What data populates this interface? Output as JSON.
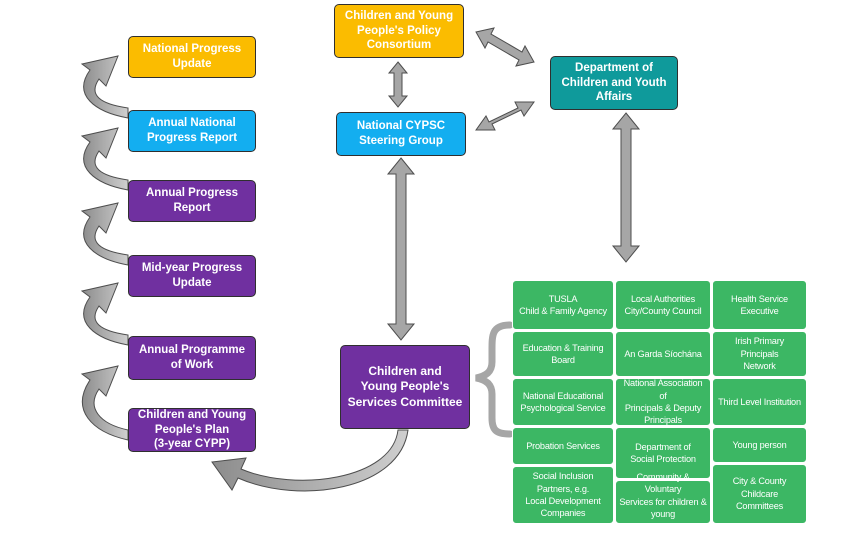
{
  "boxes": {
    "national_progress_update": "National Progress\nUpdate",
    "annual_national_progress_report": "Annual National\nProgress Report",
    "annual_progress_report": "Annual Progress\nReport",
    "midyear_progress_update": "Mid-year Progress\nUpdate",
    "annual_programme_of_work": "Annual Programme\nof Work",
    "cypp": "Children and Young\nPeople's Plan\n(3-year CYPP)",
    "policy_consortium": "Children and Young\nPeople's Policy\nConsortium",
    "department": "Department of\nChildren and Youth\nAffairs",
    "steering_group": "National CYPSC\nSteering Group",
    "services_committee": "Children and\nYoung People's\nServices Committee"
  },
  "members": [
    "TUSLA\nChild & Family Agency",
    "Local Authorities\nCity/County Council",
    "Health Service Executive",
    "Education & Training Board",
    "An Garda Síochána",
    "Irish Primary Principals\nNetwork",
    "National Educational\nPsychological Service",
    "National Association of\nPrincipals & Deputy Principals",
    "Third Level Institution",
    "Probation Services",
    "Department of\nSocial Protection",
    "Young person",
    "Social Inclusion Partners, e.g.\nLocal Development Companies",
    "Community & Voluntary\nServices for children & young\npeople",
    "City & County Childcare\nCommittees"
  ],
  "colors": {
    "yellow": "#fbbc00",
    "blue": "#13aef0",
    "purple": "#7030a0",
    "teal": "#0f9a9b",
    "green": "#3cb764",
    "arrow_fill": "#a6a6a6",
    "arrow_stroke": "#4d4d4d"
  }
}
